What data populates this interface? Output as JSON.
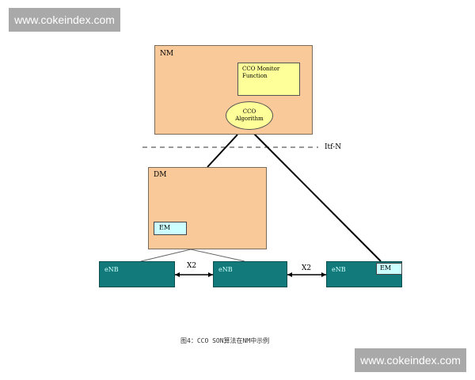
{
  "watermarks": {
    "top": "www.cokeindex.com",
    "bottom": "www.cokeindex.com"
  },
  "nm": {
    "label": "NM",
    "monitor_line1": "CCO Monitor",
    "monitor_line2": "Function",
    "algo_line1": "CCO",
    "algo_line2": "Algorithm"
  },
  "itf": {
    "label": "Itf-N"
  },
  "dm": {
    "label": "DM",
    "em_label": "EM"
  },
  "enbs": [
    {
      "label": "eNB"
    },
    {
      "label": "eNB"
    },
    {
      "label": "eNB",
      "em_label": "EM"
    }
  ],
  "x2_labels": [
    "X2",
    "X2"
  ],
  "caption": "图4：CCO SON算法在NM中示例",
  "colors": {
    "peach": "#fac999",
    "yellow": "#ffff99",
    "teal": "#127a7a",
    "light_cyan": "#ccffff",
    "watermark_bg": "#a9a9a9"
  }
}
